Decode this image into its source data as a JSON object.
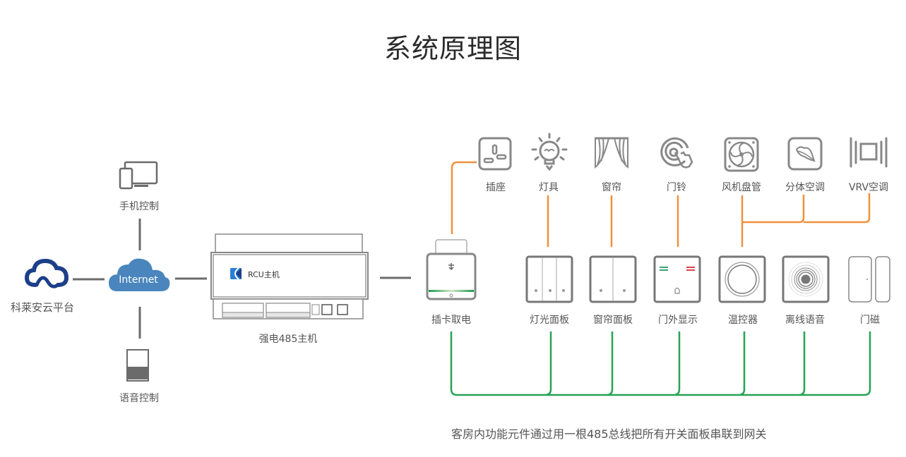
{
  "title": "系统原理图",
  "colors": {
    "gray_line": "#6b6b6b",
    "icon_gray": "#888888",
    "orange_line": "#f0913d",
    "green_bus": "#27a354",
    "cloud_blue": "#4a86bd",
    "logo_navy": "#1d3f8a",
    "text": "#555555"
  },
  "network": {
    "cloud_platform": {
      "label": "科莱安云平台",
      "icon": "cloud-logo-icon"
    },
    "internet": {
      "label": "Internet",
      "icon": "cloud-icon"
    },
    "mobile": {
      "label": "手机控制",
      "icon": "devices-icon"
    },
    "voice": {
      "label": "语音控制",
      "icon": "smart-speaker-icon"
    }
  },
  "host": {
    "label": "强电485主机",
    "panel_text": "RCU主机"
  },
  "loads": [
    {
      "id": "socket",
      "label": "插座",
      "icon": "socket-icon"
    },
    {
      "id": "lamp",
      "label": "灯具",
      "icon": "lightbulb-icon"
    },
    {
      "id": "curtain",
      "label": "窗帘",
      "icon": "curtain-icon"
    },
    {
      "id": "doorbell",
      "label": "门铃",
      "icon": "doorbell-touch-icon"
    },
    {
      "id": "fancoil",
      "label": "风机盘管",
      "icon": "fan-icon"
    },
    {
      "id": "split_ac",
      "label": "分体空调",
      "icon": "split-ac-icon"
    },
    {
      "id": "vrv_ac",
      "label": "VRV空调",
      "icon": "vrv-ac-icon"
    }
  ],
  "panels": [
    {
      "id": "card",
      "label": "插卡取电",
      "icon": "card-switch-icon"
    },
    {
      "id": "light_panel",
      "label": "灯光面板",
      "icon": "light-panel-icon"
    },
    {
      "id": "curtain_panel",
      "label": "窗帘面板",
      "icon": "curtain-panel-icon"
    },
    {
      "id": "door_display",
      "label": "门外显示",
      "icon": "door-display-icon"
    },
    {
      "id": "thermostat",
      "label": "温控器",
      "icon": "thermostat-icon"
    },
    {
      "id": "voice_offline",
      "label": "离线语音",
      "icon": "voice-panel-icon"
    },
    {
      "id": "door_sensor",
      "label": "门磁",
      "icon": "door-sensor-icon"
    }
  ],
  "caption": "客房内功能元件通过用一根485总线把所有开关面板串联到网关"
}
